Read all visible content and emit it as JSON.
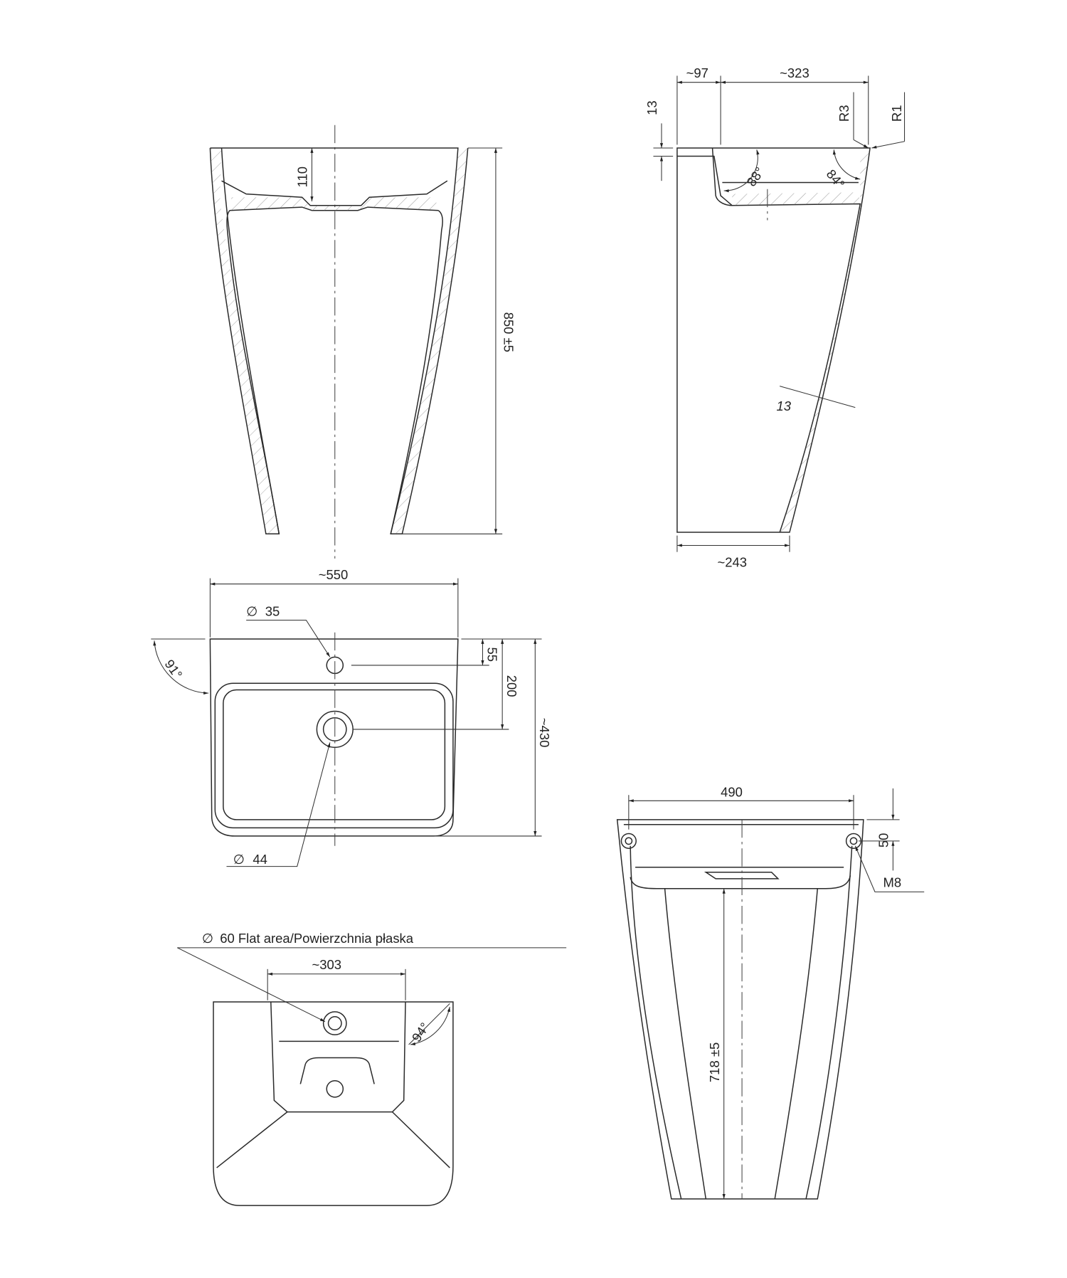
{
  "drawing": {
    "type": "technical-drawing",
    "subject": "Freestanding washbasin",
    "views": {
      "front_section": {
        "labels": {
          "depth": "110",
          "height": "850 ±5"
        }
      },
      "side_section": {
        "labels": {
          "rim_offset": "~97",
          "bowl_length": "~323",
          "rim_thickness": "13",
          "radius_inner": "R3",
          "radius_outer": "R1",
          "angle_back": "88°",
          "angle_front": "84°",
          "wall_thickness": "13",
          "base_depth": "~243"
        }
      },
      "top_view": {
        "labels": {
          "width": "~550",
          "tap_hole": "35",
          "tap_offset": "55",
          "drain_offset": "200",
          "depth": "~430",
          "angle": "91°",
          "drain_hole": "44"
        }
      },
      "bottom_view": {
        "labels": {
          "flat_area": "60 Flat area/Powierzchnia płaska",
          "opening_width": "~303",
          "angle": "94°"
        }
      },
      "rear_view": {
        "labels": {
          "mount_spacing": "490",
          "mount_height": "50",
          "bolt": "M8",
          "opening_height": "718 ±5"
        }
      }
    },
    "diameter_symbol": "∅"
  }
}
